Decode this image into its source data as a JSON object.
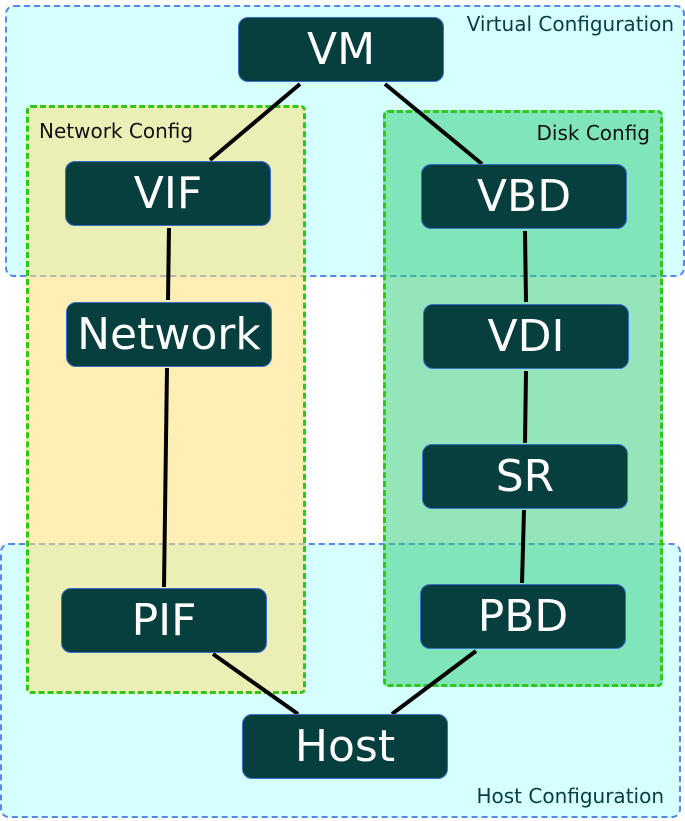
{
  "regions": {
    "virtual": "Virtual Configuration",
    "host": "Host Configuration",
    "network": "Network Config",
    "disk": "Disk Config"
  },
  "nodes": {
    "vm": "VM",
    "vif": "VIF",
    "network": "Network",
    "pif": "PIF",
    "host": "Host",
    "vbd": "VBD",
    "vdi": "VDI",
    "sr": "SR",
    "pbd": "PBD"
  },
  "colors": {
    "node_fill": "#063f3e",
    "node_text": "#ffffff",
    "config_region_fill": "#d2ffff",
    "config_region_border": "#5b86e6",
    "network_region_fill": "#ffe278",
    "disk_region_fill": "#32cd78",
    "group_border": "#34c51d",
    "edge": "#000000"
  }
}
